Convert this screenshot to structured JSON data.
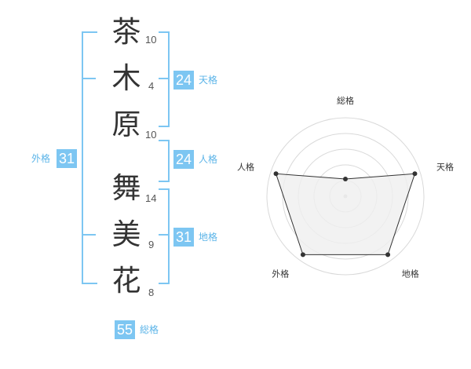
{
  "name_chars": [
    {
      "char": "茶",
      "strokes": "10"
    },
    {
      "char": "木",
      "strokes": "4"
    },
    {
      "char": "原",
      "strokes": "10"
    },
    {
      "char": "舞",
      "strokes": "14"
    },
    {
      "char": "美",
      "strokes": "9"
    },
    {
      "char": "花",
      "strokes": "8"
    }
  ],
  "fortunes": {
    "tenkaku": {
      "value": "24",
      "label": "天格"
    },
    "jinkaku": {
      "value": "24",
      "label": "人格"
    },
    "chikaku": {
      "value": "31",
      "label": "地格"
    },
    "gaikaku": {
      "value": "31",
      "label": "外格"
    },
    "soukaku": {
      "value": "55",
      "label": "総格"
    }
  },
  "accent_color": "#7dc6f2",
  "chart_data": {
    "type": "radar",
    "axes": [
      "総格",
      "天格",
      "地格",
      "外格",
      "人格"
    ],
    "values": [
      0.22,
      0.93,
      0.92,
      0.92,
      0.93
    ],
    "rings": 5,
    "fill_color": "#efefef",
    "line_color": "#333333"
  }
}
